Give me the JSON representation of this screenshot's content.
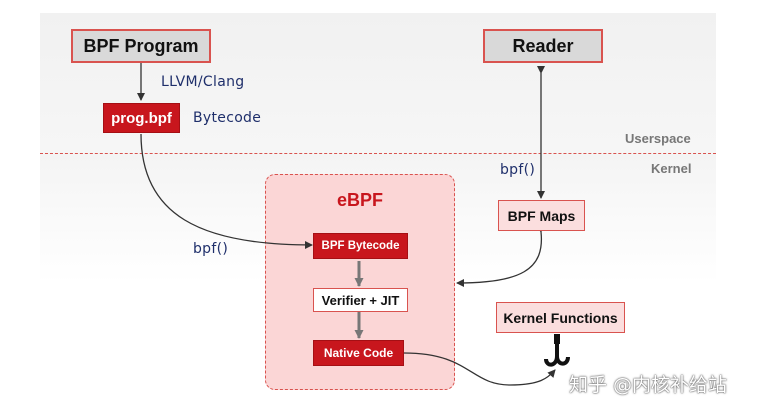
{
  "zones": {
    "userspace": "Userspace",
    "kernel": "Kernel"
  },
  "nodes": {
    "bpf_program": "BPF Program",
    "prog_bpf": "prog.bpf",
    "reader": "Reader",
    "ebpf": "eBPF",
    "bpf_bytecode": "BPF Bytecode",
    "verifier_jit": "Verifier + JIT",
    "native_code": "Native Code",
    "bpf_maps": "BPF Maps",
    "kernel_functions": "Kernel Functions"
  },
  "edge_labels": {
    "llvm_clang": "LLVM/Clang",
    "bytecode": "Bytecode",
    "bpf_call_load": "bpf()",
    "bpf_call_reader": "bpf()"
  },
  "icons": {
    "hook": "hook-icon"
  },
  "watermark": "知乎 @内核补给站",
  "colors": {
    "accent_red": "#c8161d",
    "border_red": "#d9534f",
    "pink_fill": "#fbdede",
    "gray_fill": "#d9d9d9"
  }
}
